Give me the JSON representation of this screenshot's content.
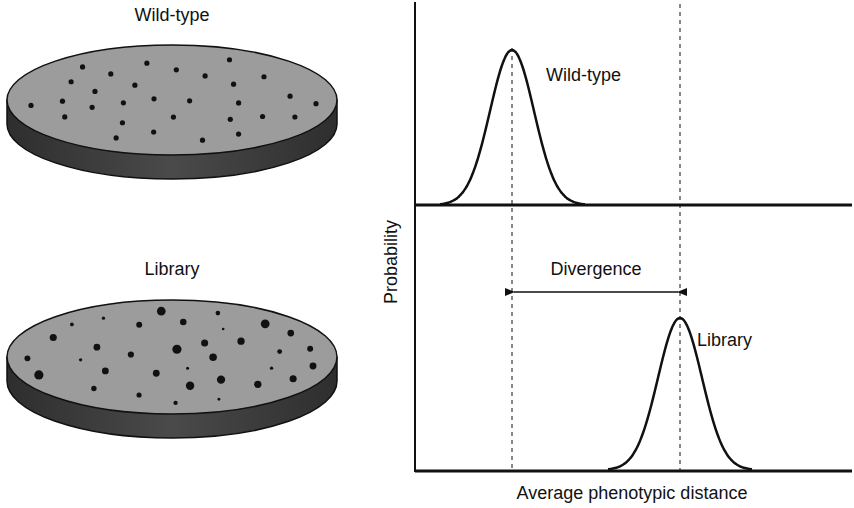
{
  "diagram": {
    "labels": [
      "Wild-type",
      "Library",
      "Wild-type",
      "Library",
      "Probability",
      "Divergence",
      "Average phenotypic distance"
    ]
  }
}
